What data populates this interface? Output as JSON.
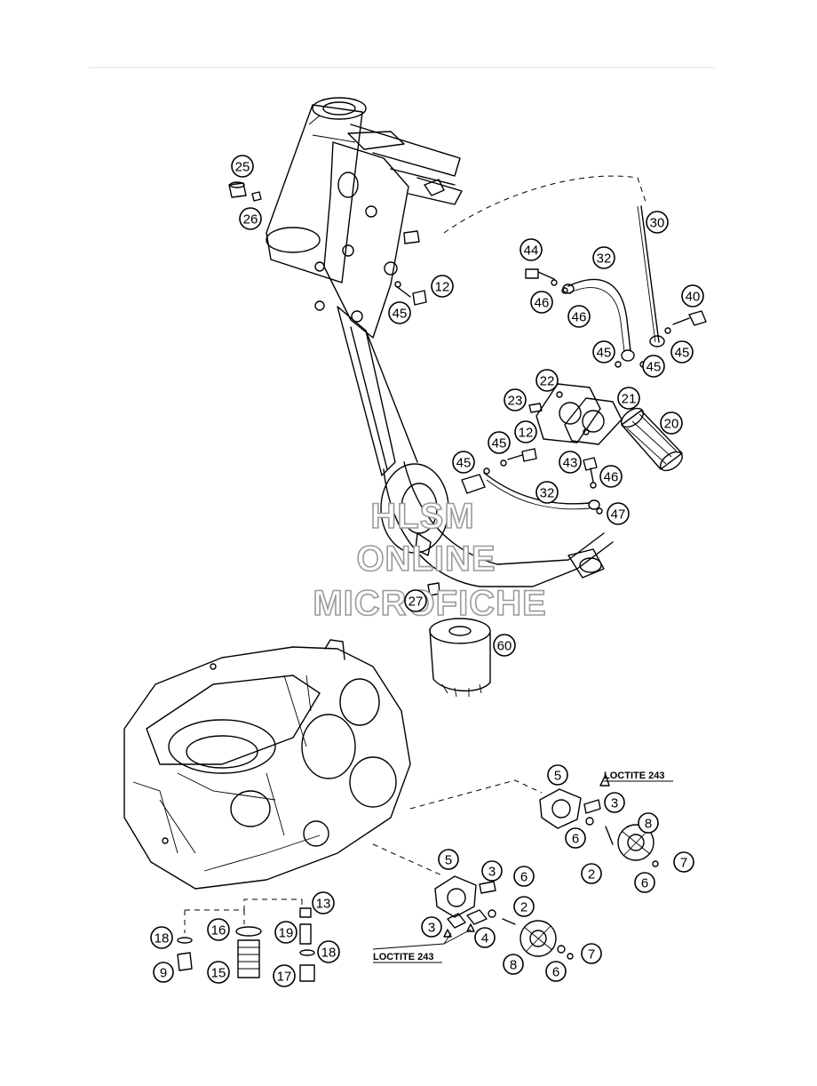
{
  "watermark": {
    "line1": "HLSM",
    "line2": "ONLINE",
    "line3": "MICROFICHE"
  },
  "notes": {
    "loctite_upper": "LOCTITE 243",
    "loctite_lower": "LOCTITE 243"
  },
  "callouts": [
    {
      "id": "c25",
      "label": "25"
    },
    {
      "id": "c26",
      "label": "26"
    },
    {
      "id": "c30",
      "label": "30"
    },
    {
      "id": "c44",
      "label": "44"
    },
    {
      "id": "c32a",
      "label": "32"
    },
    {
      "id": "c40",
      "label": "40"
    },
    {
      "id": "c46a",
      "label": "46"
    },
    {
      "id": "c46b",
      "label": "46"
    },
    {
      "id": "c12a",
      "label": "12"
    },
    {
      "id": "c45a",
      "label": "45"
    },
    {
      "id": "c45b",
      "label": "45"
    },
    {
      "id": "c45c",
      "label": "45"
    },
    {
      "id": "c45d",
      "label": "45"
    },
    {
      "id": "c22",
      "label": "22"
    },
    {
      "id": "c23",
      "label": "23"
    },
    {
      "id": "c21",
      "label": "21"
    },
    {
      "id": "c20",
      "label": "20"
    },
    {
      "id": "c12b",
      "label": "12"
    },
    {
      "id": "c45e",
      "label": "45"
    },
    {
      "id": "c45f",
      "label": "45"
    },
    {
      "id": "c43",
      "label": "43"
    },
    {
      "id": "c46c",
      "label": "46"
    },
    {
      "id": "c32b",
      "label": "32"
    },
    {
      "id": "c47",
      "label": "47"
    },
    {
      "id": "c27",
      "label": "27"
    },
    {
      "id": "c60",
      "label": "60"
    },
    {
      "id": "c5a",
      "label": "5"
    },
    {
      "id": "c3a",
      "label": "3"
    },
    {
      "id": "c8a",
      "label": "8"
    },
    {
      "id": "c6a",
      "label": "6"
    },
    {
      "id": "c2a",
      "label": "2"
    },
    {
      "id": "c7a",
      "label": "7"
    },
    {
      "id": "c6b",
      "label": "6"
    },
    {
      "id": "c5b",
      "label": "5"
    },
    {
      "id": "c3b",
      "label": "3"
    },
    {
      "id": "c6c",
      "label": "6"
    },
    {
      "id": "c13",
      "label": "13"
    },
    {
      "id": "c2b",
      "label": "2"
    },
    {
      "id": "c18a",
      "label": "18"
    },
    {
      "id": "c16",
      "label": "16"
    },
    {
      "id": "c19",
      "label": "19"
    },
    {
      "id": "c3c",
      "label": "3"
    },
    {
      "id": "c4",
      "label": "4"
    },
    {
      "id": "c18b",
      "label": "18"
    },
    {
      "id": "c9",
      "label": "9"
    },
    {
      "id": "c15",
      "label": "15"
    },
    {
      "id": "c17",
      "label": "17"
    },
    {
      "id": "c8b",
      "label": "8"
    },
    {
      "id": "c6d",
      "label": "6"
    },
    {
      "id": "c7b",
      "label": "7"
    }
  ]
}
